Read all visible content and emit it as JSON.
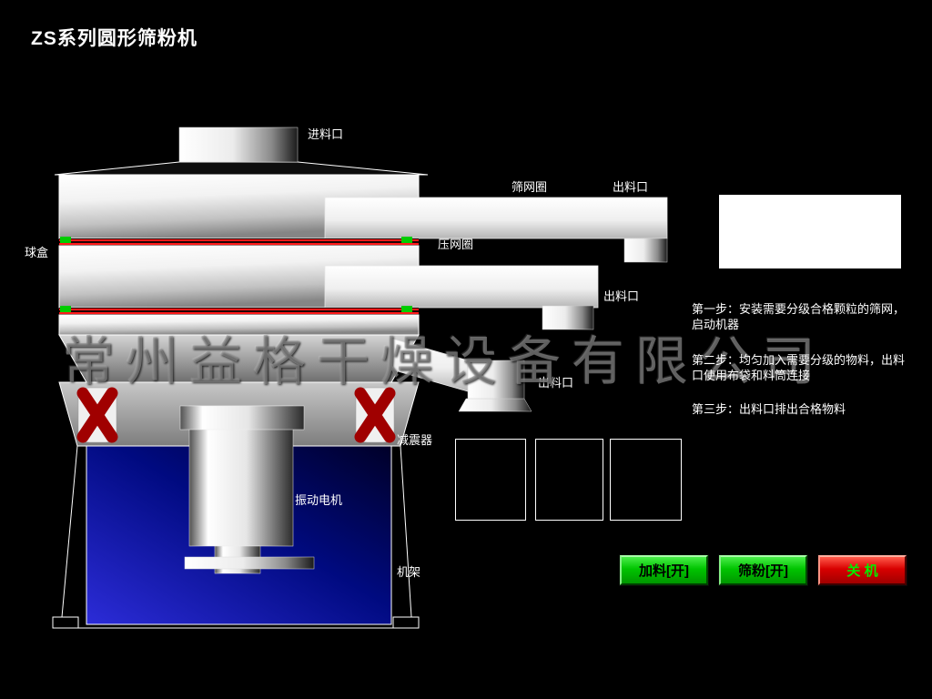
{
  "title": "ZS系列圆形筛粉机",
  "watermark": "常州益格干燥设备有限公司",
  "diagram": {
    "labels": {
      "feed_inlet": "进料口",
      "sieve_ring": "筛网圈",
      "outlet_top": "出料口",
      "press_ring": "压网圈",
      "ball_box": "球盒",
      "outlet_mid": "出料口",
      "outlet_bottom": "出料口",
      "damper": "减震器",
      "vibration_motor": "振动电机",
      "frame": "机架"
    },
    "colors": {
      "sieve_line_red": "#ff1a1a",
      "tag_green": "#00cc00",
      "base_blue": "#1515b0",
      "spring_red": "#a00000"
    }
  },
  "instructions": {
    "step1": "第一步：安装需要分级合格颗粒的筛网，启动机器",
    "step2": "第二步：均匀加入需要分级的物料，出料口使用布袋和料筒连接",
    "step3": "第三步：出料口排出合格物料"
  },
  "buttons": {
    "feed": {
      "label": "加料[开]",
      "bg": "#00cc00",
      "text_color": "#000000"
    },
    "sieve": {
      "label": "筛粉[开]",
      "bg": "#00cc00",
      "text_color": "#000000"
    },
    "power_off": {
      "label": "关 机",
      "bg": "#cc0000",
      "text_color": "#00ee00"
    }
  }
}
